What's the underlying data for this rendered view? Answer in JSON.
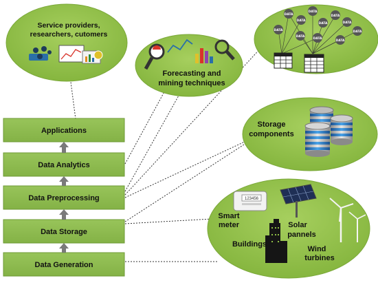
{
  "colors": {
    "box_fill": "#8cb84f",
    "box_stroke": "#6e9a36",
    "ellipse_fill": "#8fbf45",
    "ellipse_stroke": "#7aa838",
    "arrow": "#7a7a7a",
    "connector": "#333333"
  },
  "layers": {
    "applications": "Applications",
    "data_analytics": "Data Analytics",
    "data_preprocessing": "Data Preprocessing",
    "data_storage": "Data Storage",
    "data_generation": "Data Generation"
  },
  "bubbles": {
    "service": {
      "line1": "Service providers,",
      "line2": "researchers, cutomers"
    },
    "forecasting": {
      "line1": "Forecasting and",
      "line2": "mining techniques"
    },
    "big_data": {
      "data_label": "DATA"
    },
    "storage": {
      "line1": "Storage",
      "line2": "components"
    },
    "generation": {
      "smart_meter_1": "Smart",
      "smart_meter_2": "meter",
      "meter_display": "123456",
      "solar_1": "Solar",
      "solar_2": "pannels",
      "buildings": "Buildings",
      "wind_1": "Wind",
      "wind_2": "turbines"
    }
  },
  "icons": [
    "people-network-icon",
    "charts-icon",
    "magnifier-icon",
    "data-cloud-icon",
    "spreadsheet-icon",
    "database-stack-icon",
    "smart-meter-icon",
    "solar-panel-icon",
    "building-icon",
    "wind-turbine-icon"
  ]
}
